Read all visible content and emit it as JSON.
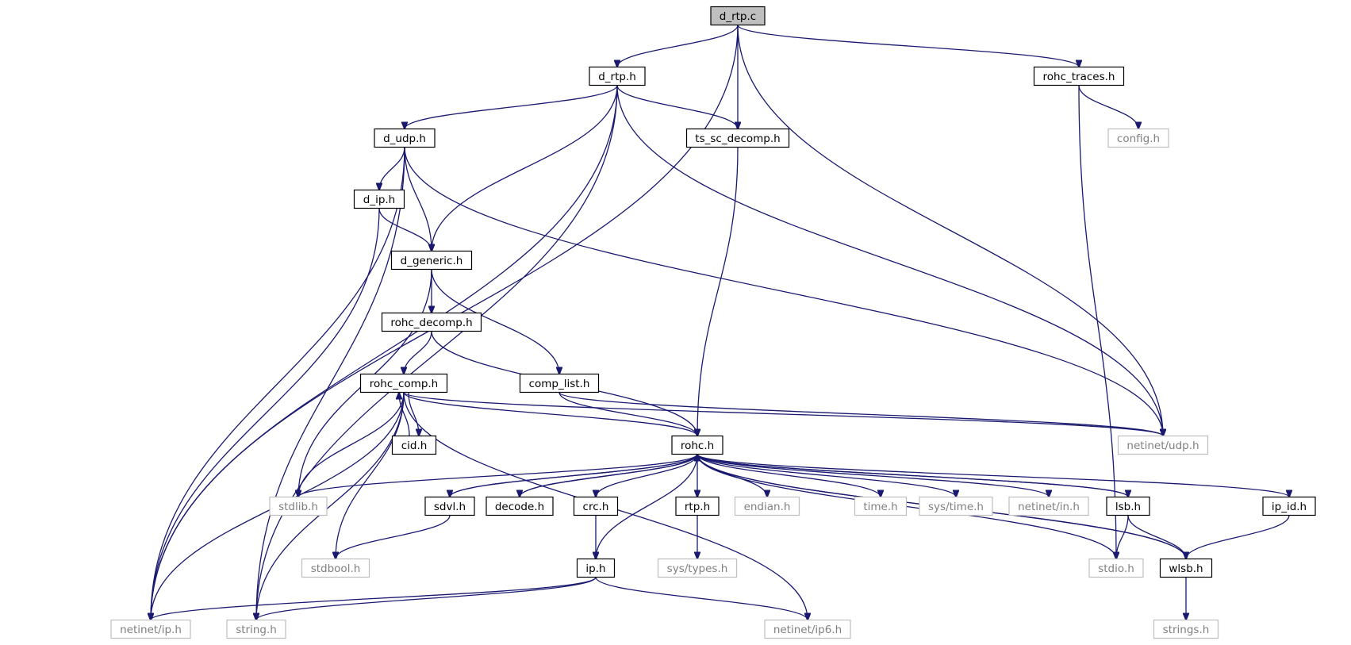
{
  "diagram": {
    "colors": {
      "edge": "#191970",
      "root_fill": "#bfbfbf",
      "node_border": "#000000",
      "external_border": "#bfbfbf",
      "external_text": "#7f7f7f",
      "text": "#000000"
    },
    "nodes": [
      {
        "id": "d_rtp_c",
        "label": "d_rtp.c",
        "kind": "root"
      },
      {
        "id": "d_rtp_h",
        "label": "d_rtp.h",
        "kind": "local"
      },
      {
        "id": "rohc_traces_h",
        "label": "rohc_traces.h",
        "kind": "local"
      },
      {
        "id": "d_udp_h",
        "label": "d_udp.h",
        "kind": "local"
      },
      {
        "id": "ts_sc_decomp_h",
        "label": "ts_sc_decomp.h",
        "kind": "local"
      },
      {
        "id": "config_h",
        "label": "config.h",
        "kind": "external"
      },
      {
        "id": "d_ip_h",
        "label": "d_ip.h",
        "kind": "local"
      },
      {
        "id": "d_generic_h",
        "label": "d_generic.h",
        "kind": "local"
      },
      {
        "id": "rohc_decomp_h",
        "label": "rohc_decomp.h",
        "kind": "local"
      },
      {
        "id": "rohc_comp_h",
        "label": "rohc_comp.h",
        "kind": "local"
      },
      {
        "id": "comp_list_h",
        "label": "comp_list.h",
        "kind": "local"
      },
      {
        "id": "cid_h",
        "label": "cid.h",
        "kind": "local"
      },
      {
        "id": "rohc_h",
        "label": "rohc.h",
        "kind": "local"
      },
      {
        "id": "netinet_udp_h",
        "label": "netinet/udp.h",
        "kind": "external"
      },
      {
        "id": "stdlib_h",
        "label": "stdlib.h",
        "kind": "external"
      },
      {
        "id": "sdvl_h",
        "label": "sdvl.h",
        "kind": "local"
      },
      {
        "id": "decode_h",
        "label": "decode.h",
        "kind": "local"
      },
      {
        "id": "crc_h",
        "label": "crc.h",
        "kind": "local"
      },
      {
        "id": "rtp_h",
        "label": "rtp.h",
        "kind": "local"
      },
      {
        "id": "endian_h",
        "label": "endian.h",
        "kind": "external"
      },
      {
        "id": "time_h",
        "label": "time.h",
        "kind": "external"
      },
      {
        "id": "sys_time_h",
        "label": "sys/time.h",
        "kind": "external"
      },
      {
        "id": "netinet_in_h",
        "label": "netinet/in.h",
        "kind": "external"
      },
      {
        "id": "lsb_h",
        "label": "lsb.h",
        "kind": "local"
      },
      {
        "id": "ip_id_h",
        "label": "ip_id.h",
        "kind": "local"
      },
      {
        "id": "stdbool_h",
        "label": "stdbool.h",
        "kind": "external"
      },
      {
        "id": "ip_h",
        "label": "ip.h",
        "kind": "local"
      },
      {
        "id": "sys_types_h",
        "label": "sys/types.h",
        "kind": "external"
      },
      {
        "id": "stdio_h",
        "label": "stdio.h",
        "kind": "external"
      },
      {
        "id": "wlsb_h",
        "label": "wlsb.h",
        "kind": "local"
      },
      {
        "id": "netinet_ip_h",
        "label": "netinet/ip.h",
        "kind": "external"
      },
      {
        "id": "string_h",
        "label": "string.h",
        "kind": "external"
      },
      {
        "id": "netinet_ip6_h",
        "label": "netinet/ip6.h",
        "kind": "external"
      },
      {
        "id": "strings_h",
        "label": "strings.h",
        "kind": "external"
      }
    ],
    "edges": [
      {
        "from": "d_rtp_c",
        "to": "d_rtp_h"
      },
      {
        "from": "d_rtp_c",
        "to": "ts_sc_decomp_h"
      },
      {
        "from": "d_rtp_c",
        "to": "rohc_traces_h"
      },
      {
        "from": "d_rtp_c",
        "to": "netinet_ip_h"
      },
      {
        "from": "d_rtp_c",
        "to": "netinet_udp_h"
      },
      {
        "from": "d_rtp_h",
        "to": "d_udp_h"
      },
      {
        "from": "d_rtp_h",
        "to": "ts_sc_decomp_h"
      },
      {
        "from": "d_rtp_h",
        "to": "d_generic_h"
      },
      {
        "from": "d_rtp_h",
        "to": "netinet_ip_h"
      },
      {
        "from": "d_rtp_h",
        "to": "string_h"
      },
      {
        "from": "d_rtp_h",
        "to": "netinet_udp_h"
      },
      {
        "from": "rohc_traces_h",
        "to": "config_h"
      },
      {
        "from": "rohc_traces_h",
        "to": "stdio_h"
      },
      {
        "from": "ts_sc_decomp_h",
        "to": "rohc_h"
      },
      {
        "from": "d_udp_h",
        "to": "d_ip_h"
      },
      {
        "from": "d_udp_h",
        "to": "d_generic_h"
      },
      {
        "from": "d_udp_h",
        "to": "netinet_ip_h"
      },
      {
        "from": "d_udp_h",
        "to": "string_h"
      },
      {
        "from": "d_udp_h",
        "to": "netinet_udp_h"
      },
      {
        "from": "d_ip_h",
        "to": "d_generic_h"
      },
      {
        "from": "d_ip_h",
        "to": "netinet_ip_h"
      },
      {
        "from": "d_generic_h",
        "to": "rohc_decomp_h"
      },
      {
        "from": "d_generic_h",
        "to": "comp_list_h"
      },
      {
        "from": "d_generic_h",
        "to": "stdlib_h"
      },
      {
        "from": "rohc_decomp_h",
        "to": "rohc_comp_h"
      },
      {
        "from": "rohc_decomp_h",
        "to": "rohc_h"
      },
      {
        "from": "rohc_comp_h",
        "to": "cid_h"
      },
      {
        "from": "rohc_comp_h",
        "to": "rohc_h"
      },
      {
        "from": "rohc_comp_h",
        "to": "stdlib_h"
      },
      {
        "from": "rohc_comp_h",
        "to": "stdbool_h"
      },
      {
        "from": "rohc_comp_h",
        "to": "netinet_ip_h"
      },
      {
        "from": "rohc_comp_h",
        "to": "string_h"
      },
      {
        "from": "rohc_comp_h",
        "to": "netinet_udp_h"
      },
      {
        "from": "rohc_comp_h",
        "to": "netinet_ip6_h"
      },
      {
        "from": "cid_h",
        "to": "rohc_comp_h"
      },
      {
        "from": "comp_list_h",
        "to": "rohc_h"
      },
      {
        "from": "comp_list_h",
        "to": "netinet_udp_h"
      },
      {
        "from": "rohc_h",
        "to": "stdlib_h"
      },
      {
        "from": "rohc_h",
        "to": "sdvl_h"
      },
      {
        "from": "rohc_h",
        "to": "decode_h"
      },
      {
        "from": "rohc_h",
        "to": "crc_h"
      },
      {
        "from": "rohc_h",
        "to": "rtp_h"
      },
      {
        "from": "rohc_h",
        "to": "endian_h"
      },
      {
        "from": "rohc_h",
        "to": "time_h"
      },
      {
        "from": "rohc_h",
        "to": "sys_time_h"
      },
      {
        "from": "rohc_h",
        "to": "netinet_in_h"
      },
      {
        "from": "rohc_h",
        "to": "lsb_h"
      },
      {
        "from": "rohc_h",
        "to": "ip_id_h"
      },
      {
        "from": "rohc_h",
        "to": "ip_h"
      },
      {
        "from": "rohc_h",
        "to": "stdio_h"
      },
      {
        "from": "rohc_h",
        "to": "wlsb_h"
      },
      {
        "from": "sdvl_h",
        "to": "rohc_h"
      },
      {
        "from": "sdvl_h",
        "to": "stdbool_h"
      },
      {
        "from": "decode_h",
        "to": "rohc_h"
      },
      {
        "from": "crc_h",
        "to": "ip_h"
      },
      {
        "from": "rtp_h",
        "to": "sys_types_h"
      },
      {
        "from": "lsb_h",
        "to": "rohc_h"
      },
      {
        "from": "lsb_h",
        "to": "stdio_h"
      },
      {
        "from": "lsb_h",
        "to": "wlsb_h"
      },
      {
        "from": "ip_id_h",
        "to": "wlsb_h"
      },
      {
        "from": "wlsb_h",
        "to": "rohc_h"
      },
      {
        "from": "wlsb_h",
        "to": "strings_h"
      },
      {
        "from": "ip_h",
        "to": "netinet_ip_h"
      },
      {
        "from": "ip_h",
        "to": "string_h"
      },
      {
        "from": "ip_h",
        "to": "netinet_ip6_h"
      }
    ]
  }
}
